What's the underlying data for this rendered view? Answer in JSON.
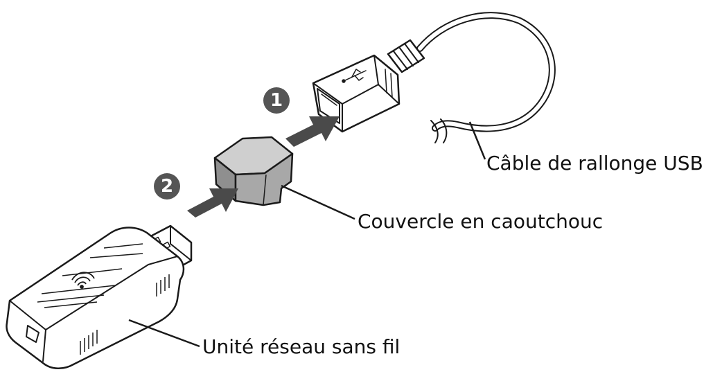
{
  "labels": {
    "usb_cable": "Câble de rallonge USB",
    "rubber_cover": "Couvercle en caoutchouc",
    "wireless_unit": "Unité réseau sans fil"
  },
  "steps": [
    {
      "number": "1"
    },
    {
      "number": "2"
    }
  ],
  "colors": {
    "line": "#1a1a1a",
    "badge": "#555555",
    "arrow": "#4a4a4a",
    "cover_fill": "#9a9a9a",
    "cover_light": "#cfcfcf",
    "background": "#ffffff"
  },
  "icons": [
    "usb-trident-icon",
    "wifi-signal-icon"
  ]
}
